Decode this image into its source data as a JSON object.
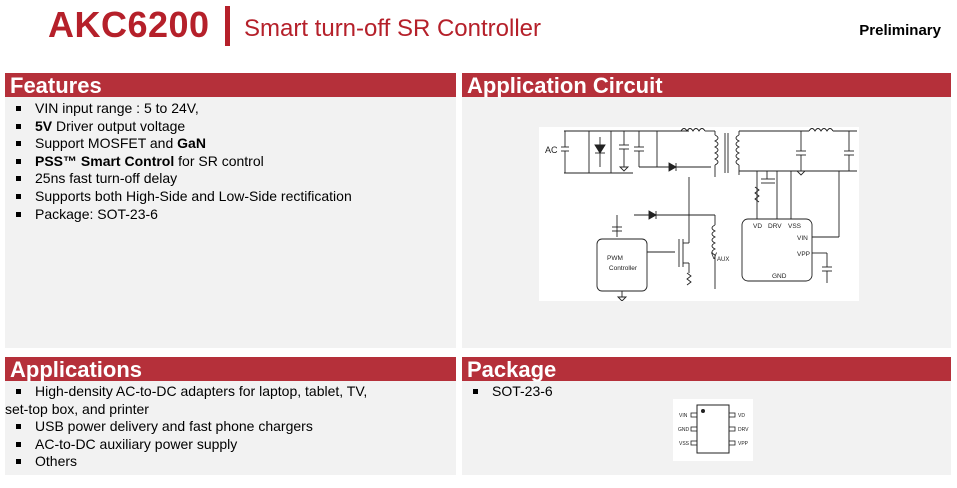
{
  "title": {
    "part": "AKC6200",
    "subtitle": "Smart turn-off SR Controller",
    "status": "Preliminary"
  },
  "features": {
    "heading": "Features",
    "items": [
      {
        "pre": "VIN input range : 5 to 24V,",
        "bold": "",
        "post": "",
        "bold2": ""
      },
      {
        "pre": "",
        "bold": "5V",
        "post": " Driver output voltage",
        "bold2": ""
      },
      {
        "pre": "Support MOSFET and ",
        "bold": "",
        "post": "",
        "bold2": "GaN"
      },
      {
        "pre": "",
        "bold": "PSS™ Smart Control",
        "post": " for SR control",
        "bold2": ""
      },
      {
        "pre": "25ns fast turn-off delay",
        "bold": "",
        "post": "",
        "bold2": ""
      },
      {
        "pre": "Supports both High-Side and Low-Side rectification",
        "bold": "",
        "post": "",
        "bold2": ""
      },
      {
        "pre": "Package: SOT-23-6",
        "bold": "",
        "post": "",
        "bold2": ""
      }
    ]
  },
  "application_circuit": {
    "heading": "Application Circuit",
    "labels": {
      "ac": "AC",
      "vaux": "V",
      "vaux_sub": "AUX",
      "pwm_line1": "PWM",
      "pwm_line2": "Controller",
      "vd": "VD",
      "drv": "DRV",
      "vss": "VSS",
      "vin": "VIN",
      "vpp": "VPP",
      "gnd": "GND"
    }
  },
  "applications": {
    "heading": "Applications",
    "items": [
      "High-density AC-to-DC adapters for laptop, tablet, TV, set-top box, and printer",
      "USB power delivery and fast phone chargers",
      "AC-to-DC auxiliary power supply",
      "Others"
    ]
  },
  "package": {
    "heading": "Package",
    "items": [
      "SOT-23-6"
    ],
    "pins_left": [
      "VIN",
      "GND",
      "VSS"
    ],
    "pins_right": [
      "VD",
      "DRV",
      "VPP"
    ]
  },
  "colors": {
    "brand_red": "#b5202a",
    "header_red": "#b5303a",
    "panel_bg": "#f2f2f2"
  }
}
